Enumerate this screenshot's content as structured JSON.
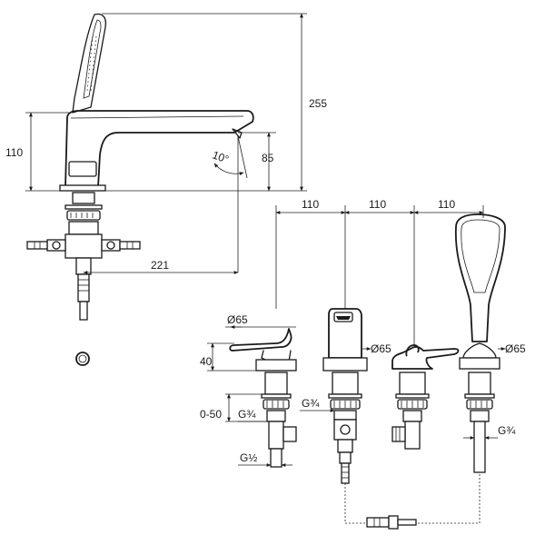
{
  "dimensions": {
    "total_height": "255",
    "body_height": "110",
    "spout_clearance": "85",
    "spout_angle": "10°",
    "spout_reach": "221",
    "spacing_1": "110",
    "spacing_2": "110",
    "spacing_3": "110",
    "diameter_1": "Ø65",
    "diameter_2": "Ø65",
    "diameter_3": "Ø65",
    "lever_height": "40",
    "deck_range": "0-50",
    "thread_1": "G¾",
    "thread_2": "G¾",
    "thread_3": "G¾",
    "thread_small": "G½"
  }
}
